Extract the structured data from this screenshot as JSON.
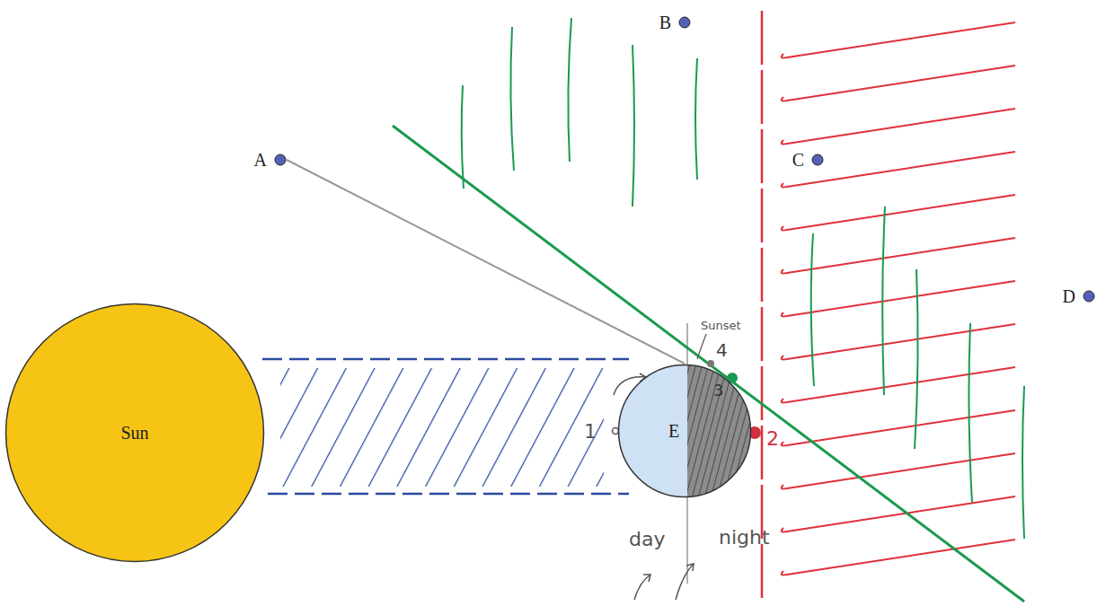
{
  "diagram": {
    "nodes": [
      {
        "text": [
          "Sun"
        ]
      },
      {
        "text": [
          "E"
        ]
      },
      {
        "text": [
          "A"
        ]
      },
      {
        "text": [
          "B"
        ]
      },
      {
        "text": [
          "C"
        ]
      },
      {
        "text": [
          "D"
        ]
      }
    ],
    "edges": [
      {
        "from": 2,
        "to": 1,
        "arrow": "none"
      }
    ],
    "labels": [
      "Sunset",
      "4",
      "3",
      "2",
      "1",
      "day",
      "night"
    ]
  }
}
